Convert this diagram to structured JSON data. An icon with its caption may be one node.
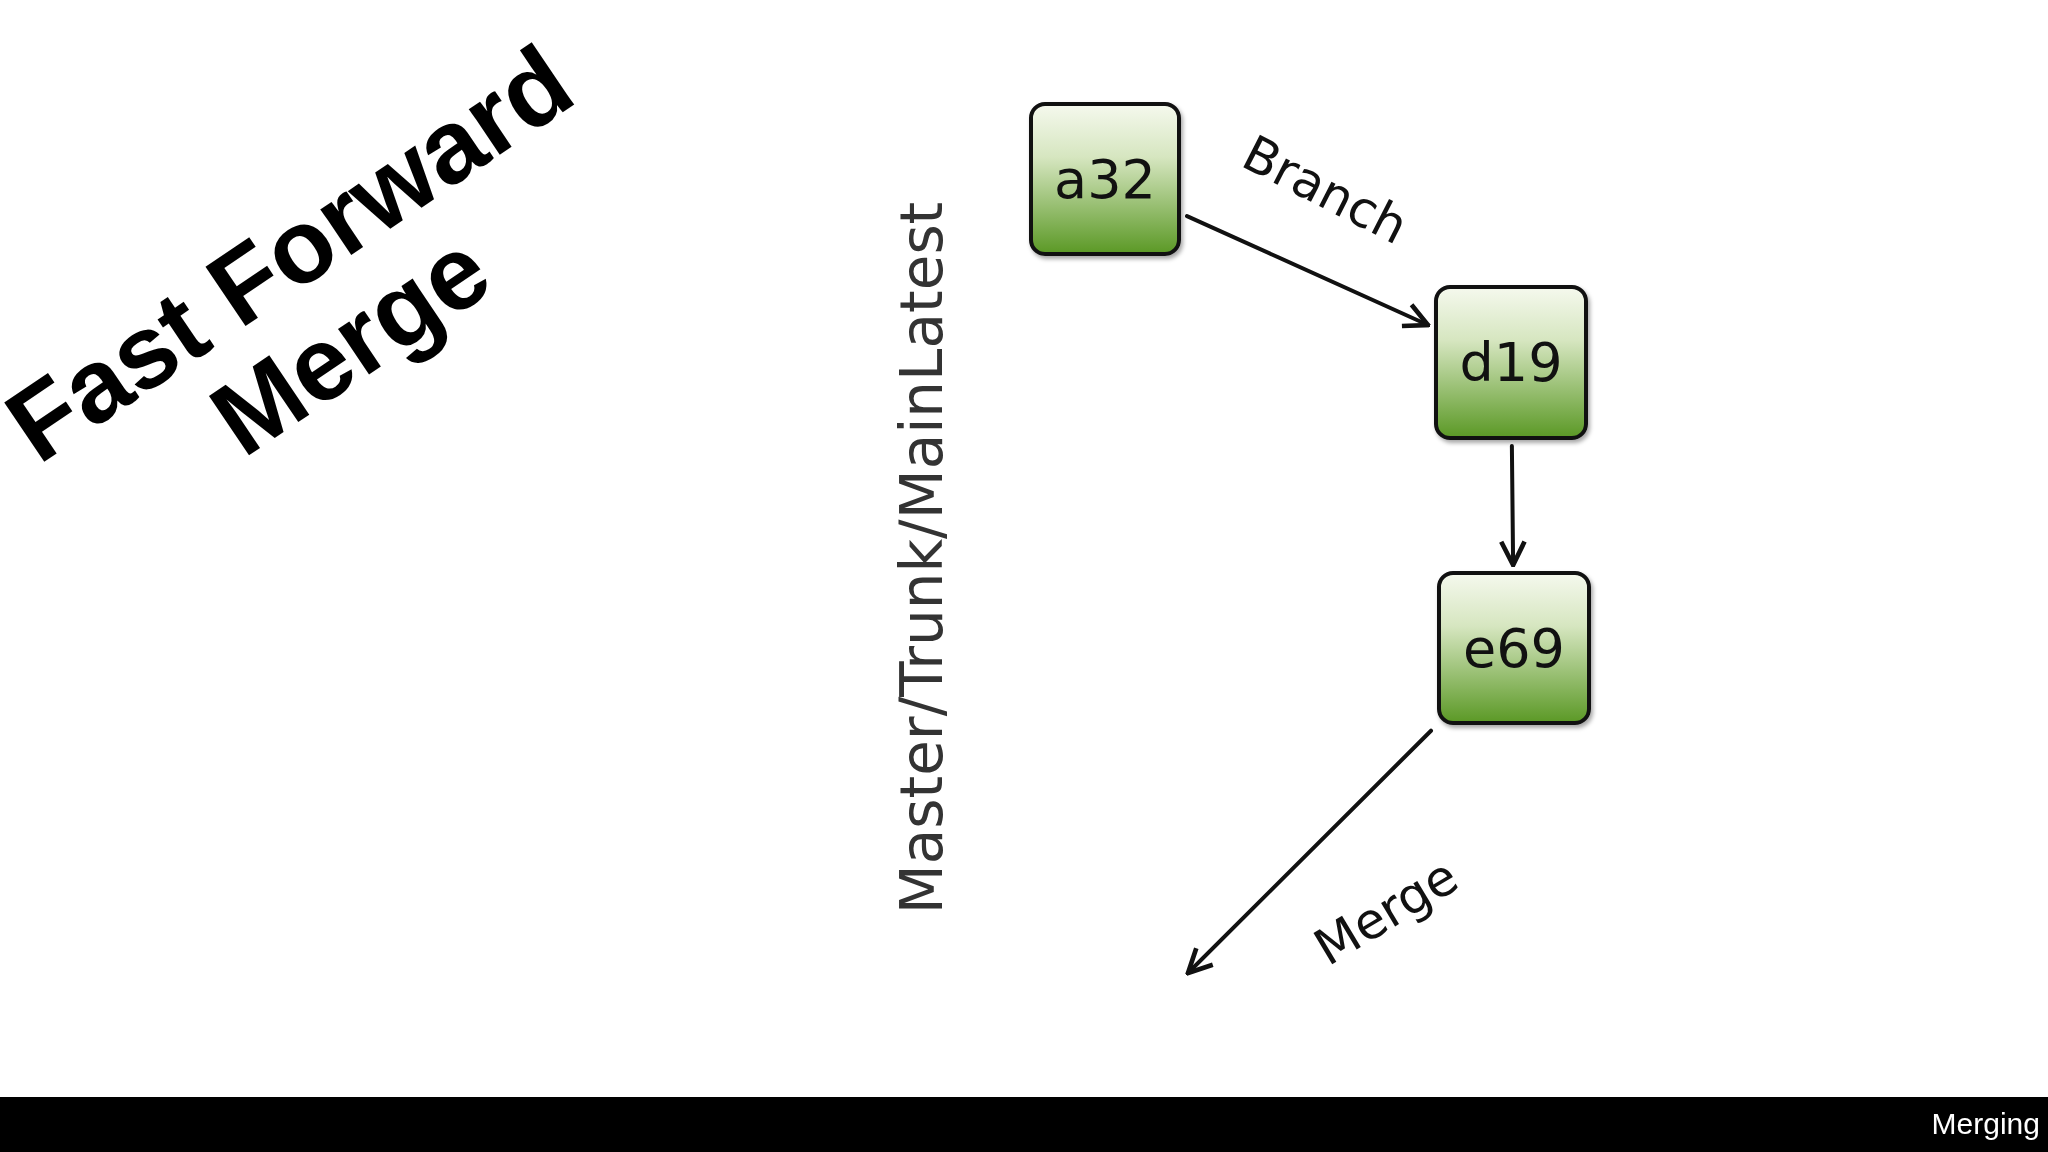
{
  "diagram": {
    "title": "Fast Forward Merge",
    "nodes": [
      {
        "text": [
          "a32"
        ]
      },
      {
        "text": [
          "d19"
        ]
      },
      {
        "text": [
          "e69"
        ]
      }
    ],
    "edges": [
      {
        "from": 0,
        "to": 1,
        "arrow": "to",
        "label": "Branch"
      },
      {
        "from": 1,
        "to": 2,
        "arrow": "to"
      },
      {
        "from": 2,
        "to": null,
        "arrow": "to",
        "label": "Merge"
      }
    ],
    "labels": [
      "Master/Trunk/MainLatest",
      "Merging"
    ]
  }
}
